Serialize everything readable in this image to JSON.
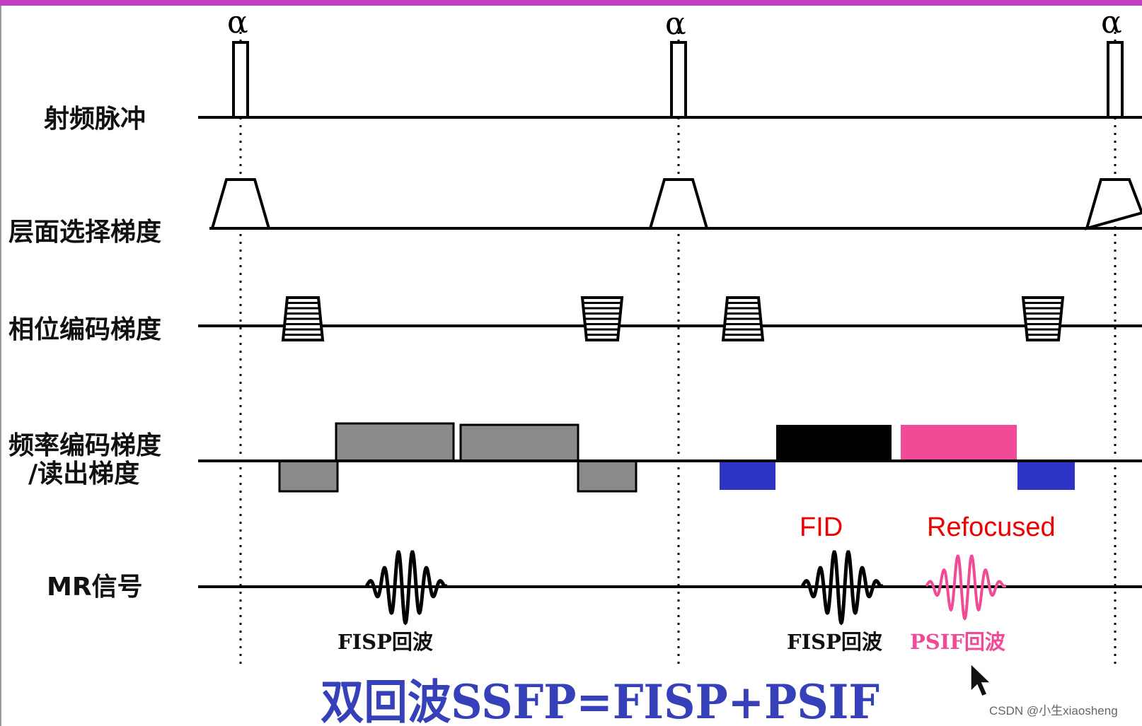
{
  "colors": {
    "top_border": "#c23ec2",
    "readout_gray": "#8a8a8a",
    "fisp_black": "#000000",
    "psif_pink": "#f14a96",
    "prephase_blue": "#2e35c4",
    "annotation_red": "#ee0000",
    "title_blue": "#3640b8"
  },
  "rows": {
    "rf": "射频脉冲",
    "slice": "层面选择梯度",
    "phase": "相位编码梯度",
    "readout_line1": "频率编码梯度",
    "readout_line2": "/读出梯度",
    "signal": "MR信号"
  },
  "flip_angle_symbol": "α",
  "echo_labels": {
    "fisp_1": "FISP回波",
    "fisp_2": "FISP回波",
    "psif": "PSIF回波"
  },
  "annotations": {
    "fid": "FID",
    "refocused": "Refocused"
  },
  "title": "双回波SSFP=FISP+PSIF",
  "watermark": "CSDN @小生xiaosheng",
  "icons": [
    "mouse-cursor-icon"
  ]
}
